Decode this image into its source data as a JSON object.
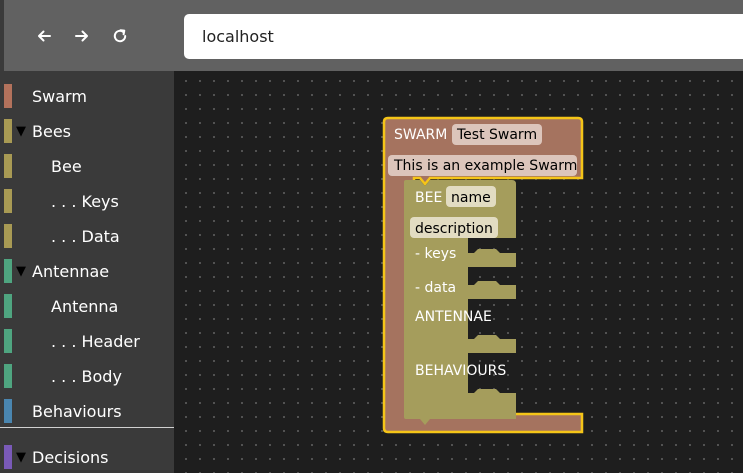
{
  "browser": {
    "url": "localhost",
    "back_icon": "arrow-left-icon",
    "forward_icon": "arrow-right-icon",
    "reload_icon": "reload-icon"
  },
  "toolbox": {
    "items": [
      {
        "label": "Swarm",
        "color": "#b3725c",
        "arrow": ""
      },
      {
        "label": "Bees",
        "color": "#a89a54",
        "arrow": "▼"
      },
      {
        "label": "Bee",
        "color": "#a89a54",
        "arrow": ""
      },
      {
        "label": ". . . Keys",
        "color": "#a89a54",
        "arrow": ""
      },
      {
        "label": ". . . Data",
        "color": "#a89a54",
        "arrow": ""
      },
      {
        "label": "Antennae",
        "color": "#4fa580",
        "arrow": "▼"
      },
      {
        "label": "Antenna",
        "color": "#4fa580",
        "arrow": ""
      },
      {
        "label": ". . . Header",
        "color": "#4fa580",
        "arrow": ""
      },
      {
        "label": ". . . Body",
        "color": "#4fa580",
        "arrow": ""
      },
      {
        "label": "Behaviours",
        "color": "#4a86b0",
        "arrow": ""
      },
      {
        "label": "Decisions",
        "color": "#7a5ab8",
        "arrow": "▼"
      }
    ]
  },
  "workspace": {
    "swarm_block": {
      "keyword": "SWARM",
      "name_field": "Test Swarm",
      "description_field": "This is an example Swarm",
      "color": "#a5735f",
      "highlight": "#f5c518"
    },
    "bee_block": {
      "keyword": "BEE",
      "name_field": "name",
      "description_field": "description",
      "keys_label": "- keys",
      "data_label": "- data",
      "antennae_label": "ANTENNAE",
      "behaviours_label": "BEHAVIOURS",
      "color": "#a59d5c"
    }
  }
}
